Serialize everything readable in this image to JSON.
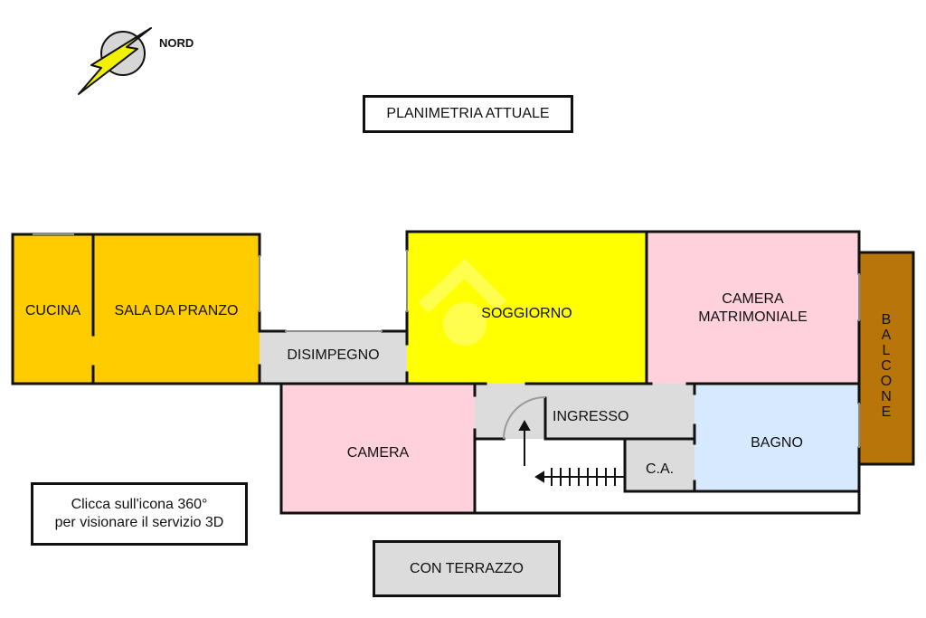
{
  "compass": {
    "label": "NORD",
    "icon": "north-arrow-icon"
  },
  "title": "PLANIMETRIA ATTUALE",
  "rooms": {
    "cucina": "CUCINA",
    "sala_da_pranzo": "SALA DA PRANZO",
    "disimpegno": "DISIMPEGNO",
    "soggiorno": "SOGGIORNO",
    "camera_matrimoniale_line1": "CAMERA",
    "camera_matrimoniale_line2": "MATRIMONIALE",
    "balcone": "BALCONE",
    "camera": "CAMERA",
    "ingresso": "INGRESSO",
    "bagno": "BAGNO",
    "ca": "C.A."
  },
  "colors": {
    "kitchen_dining": "#FFCC00",
    "living": "#FFFF00",
    "bedroom": "#FFD1DC",
    "service": "#DCDCDC",
    "bathroom": "#D6E9FF",
    "balcony": "#B8760A"
  },
  "note": {
    "line1": "Clicca sull'icona 360°",
    "line2": "per visionare il servizio 3D"
  },
  "terrace_label": "CON TERRAZZO"
}
